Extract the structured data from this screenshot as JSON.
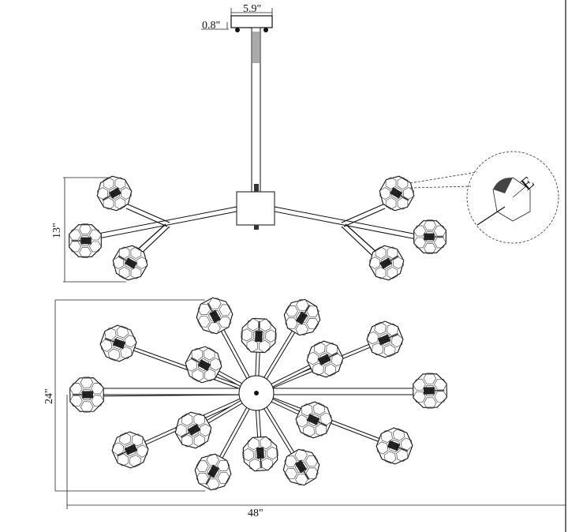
{
  "dimensions": {
    "canopy_width": "5.9\"",
    "canopy_height": "0.8\"",
    "fixture_height": "13\"",
    "fixture_depth": "24\"",
    "fixture_width": "48\""
  },
  "detail": {
    "socket_symbol": "E"
  }
}
